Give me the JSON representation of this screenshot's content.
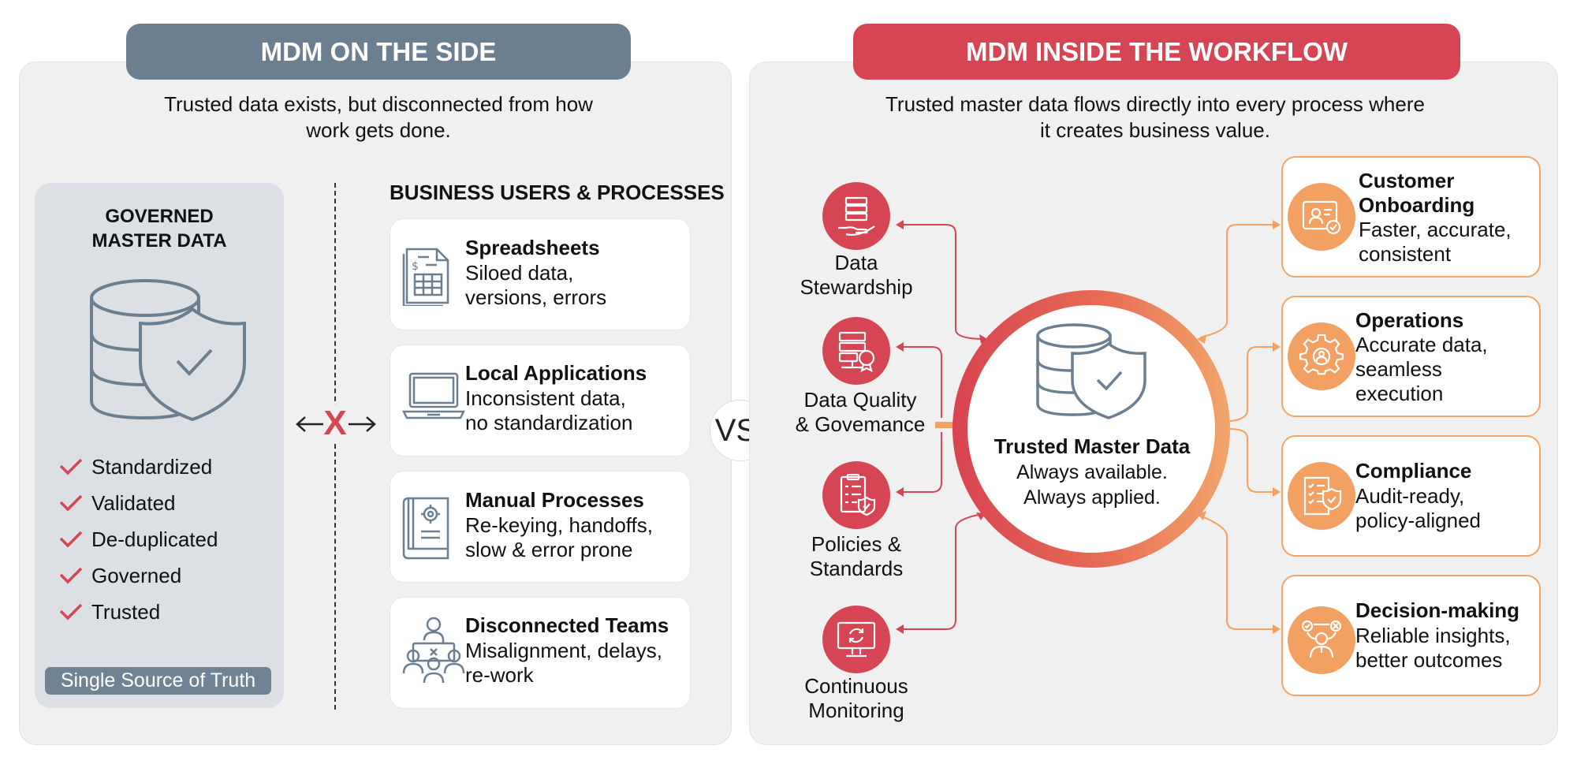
{
  "left": {
    "banner": "MDM ON THE SIDE",
    "subtitle_line1": "Trusted data exists, but disconnected from how",
    "subtitle_line2": "work gets done.",
    "governed": {
      "title_line1": "GOVERNED",
      "title_line2": "MASTER DATA",
      "checks": [
        "Standardized",
        "Validated",
        "De-duplicated",
        "Governed",
        "Trusted"
      ],
      "footer": "Single Source of Truth"
    },
    "disconnect_mark": "X",
    "business_header": "BUSINESS USERS & PROCESSES",
    "cards": [
      {
        "title": "Spreadsheets",
        "desc1": "Siloed data,",
        "desc2": "versions, errors",
        "icon": "spreadsheet-icon"
      },
      {
        "title": "Local Applications",
        "desc1": "Inconsistent data,",
        "desc2": "no standardization",
        "icon": "laptop-icon"
      },
      {
        "title": "Manual Processes",
        "desc1": "Re-keying, handoffs,",
        "desc2": "slow & error prone",
        "icon": "manual-book-icon"
      },
      {
        "title": "Disconnected Teams",
        "desc1": "Misalignment, delays,",
        "desc2": "re-work",
        "icon": "team-icon"
      }
    ]
  },
  "vs": "VS.",
  "right": {
    "banner": "MDM INSIDE THE WORKFLOW",
    "subtitle_line1": "Trusted master data flows directly into every process where",
    "subtitle_line2": "it creates business value.",
    "inputs": [
      {
        "line1": "Data",
        "line2": "Stewardship",
        "icon": "data-hand-icon"
      },
      {
        "line1": "Data Quality",
        "line2": "& Govemance",
        "icon": "server-badge-icon"
      },
      {
        "line1": "Policies &",
        "line2": "Standards",
        "icon": "policy-checklist-icon"
      },
      {
        "line1": "Continuous",
        "line2": "Monitoring",
        "icon": "monitor-refresh-icon"
      }
    ],
    "center": {
      "title": "Trusted Master Data",
      "line1": "Always available.",
      "line2": "Always applied."
    },
    "outcomes": [
      {
        "title1": "Customer",
        "title2": "Onboarding",
        "desc1": "Faster, accurate,",
        "desc2": "consistent",
        "icon": "id-card-icon"
      },
      {
        "title1": "Operations",
        "desc1": "Accurate data,",
        "desc2": "seamless",
        "desc3": "execution",
        "icon": "gear-icon"
      },
      {
        "title1": "Compliance",
        "desc1": "Audit-ready,",
        "desc2": "policy-aligned",
        "icon": "checklist-shield-icon"
      },
      {
        "title1": "Decision-making",
        "desc1": "Reliable insights,",
        "desc2": "better outcomes",
        "icon": "decision-person-icon"
      }
    ]
  },
  "colors": {
    "slate": "#6b7f91",
    "red": "#d64553",
    "orange": "#f3a063",
    "panel": "#f0f0f0"
  }
}
